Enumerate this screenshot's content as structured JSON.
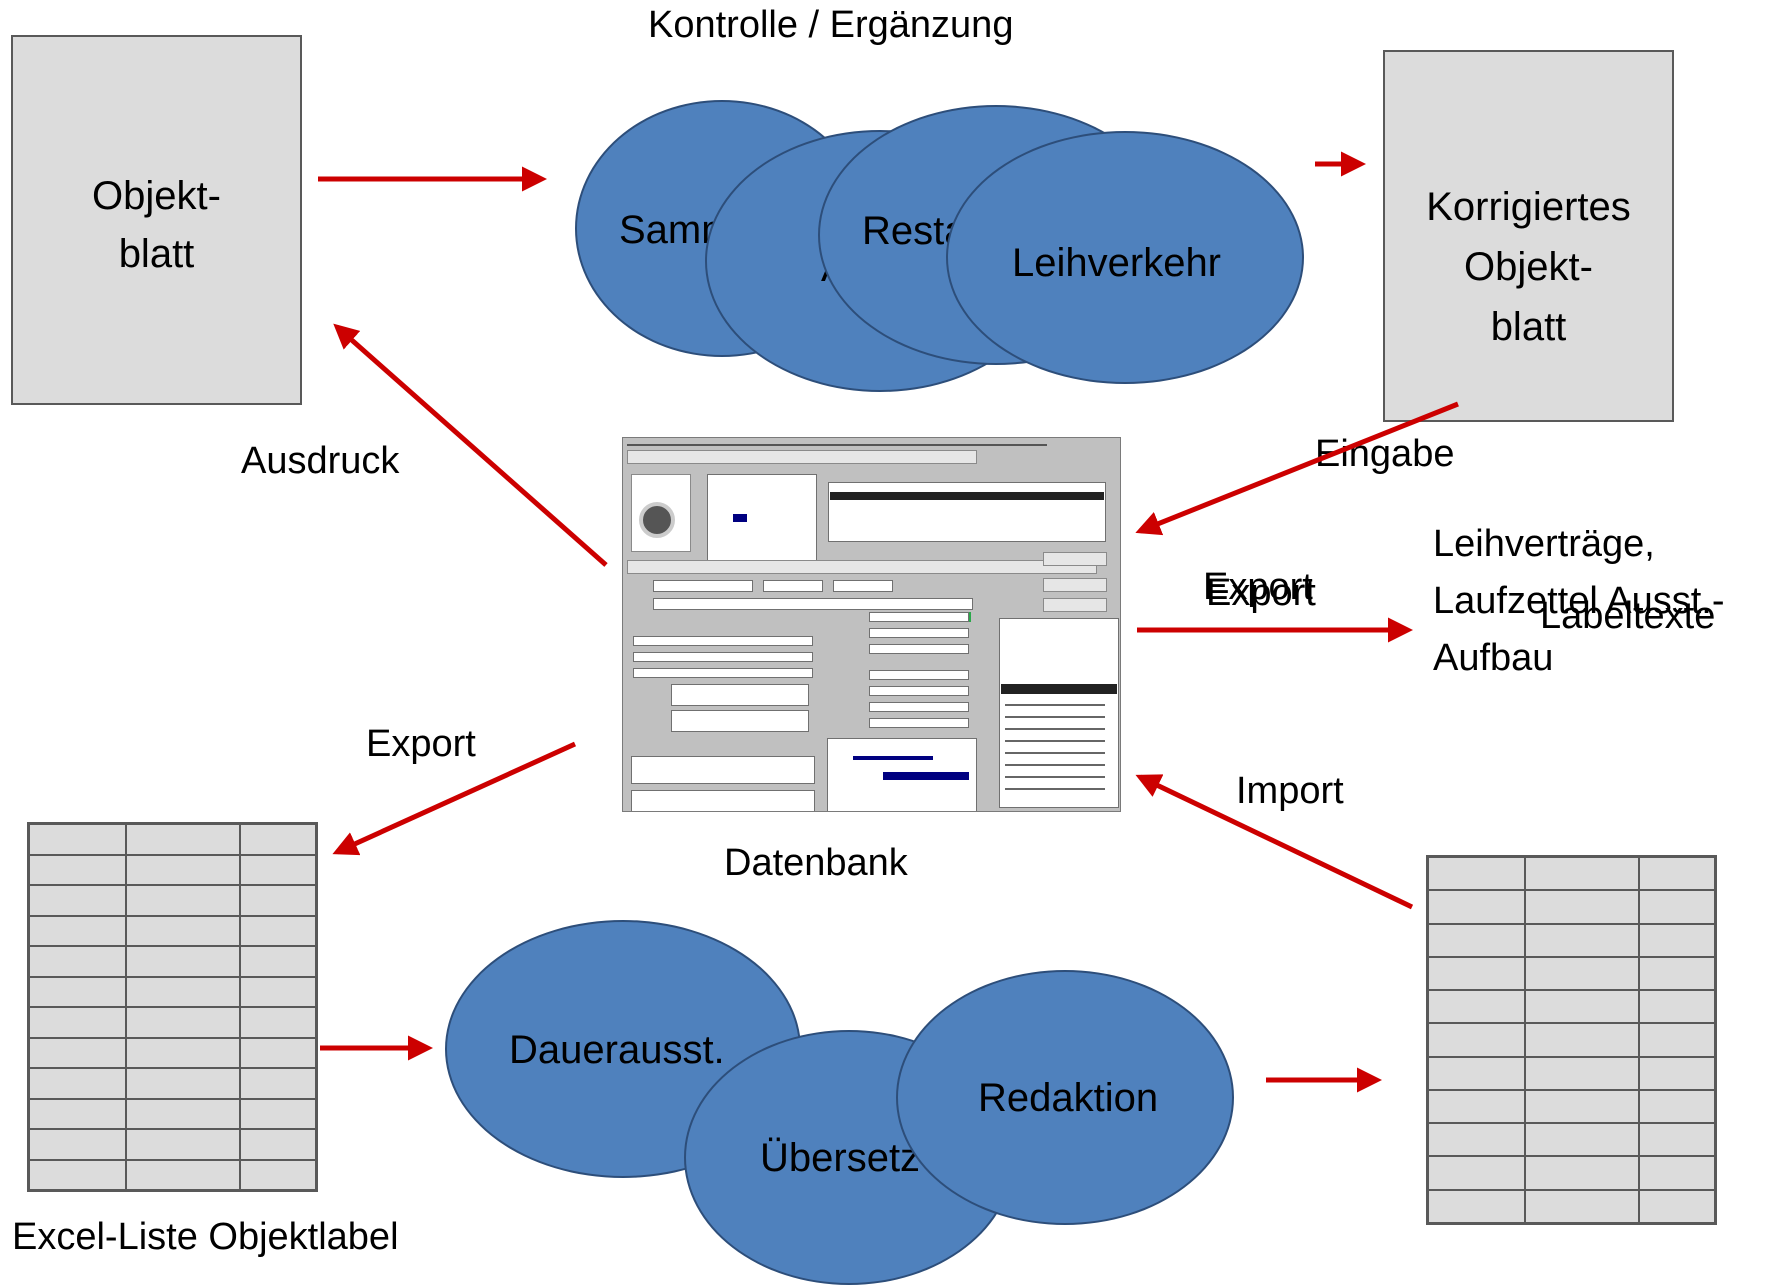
{
  "top_title": "Kontrolle / Ergänzung",
  "objektblatt": {
    "line1": "Objekt-",
    "line2": "blatt"
  },
  "korrigiertes": {
    "line1": "Korrigiertes",
    "line2": "Objekt-",
    "line3": "blatt"
  },
  "top_ellipses": {
    "sammlung": "Samm",
    "a_fragment": "A",
    "restaurierung": "Resta",
    "leihverkehr": "Leihverkehr"
  },
  "bottom_ellipses": {
    "daueraust": "Dauerausst.",
    "uebersetzung": "Übersetz",
    "redaktion": "Redaktion"
  },
  "labels": {
    "ausdruck": "Ausdruck",
    "eingabe": "Eingabe",
    "export_right_1": "Export",
    "export_right_2": "Export",
    "leihvertraege": "Leihverträge,",
    "laufzettel": "Laufzettel Ausst.-",
    "aufbau": "Aufbau",
    "labeltexte": "Labeltexte",
    "export_left": "Export",
    "import": "Import",
    "datenbank": "Datenbank",
    "excel": "Excel-Liste Objektlabel"
  },
  "colors": {
    "arrow": "#cc0000",
    "ellipse_fill": "#4f81bd",
    "box_fill": "#dcdcdc"
  },
  "icons": {
    "database": "database-screenshot-thumbnail"
  }
}
